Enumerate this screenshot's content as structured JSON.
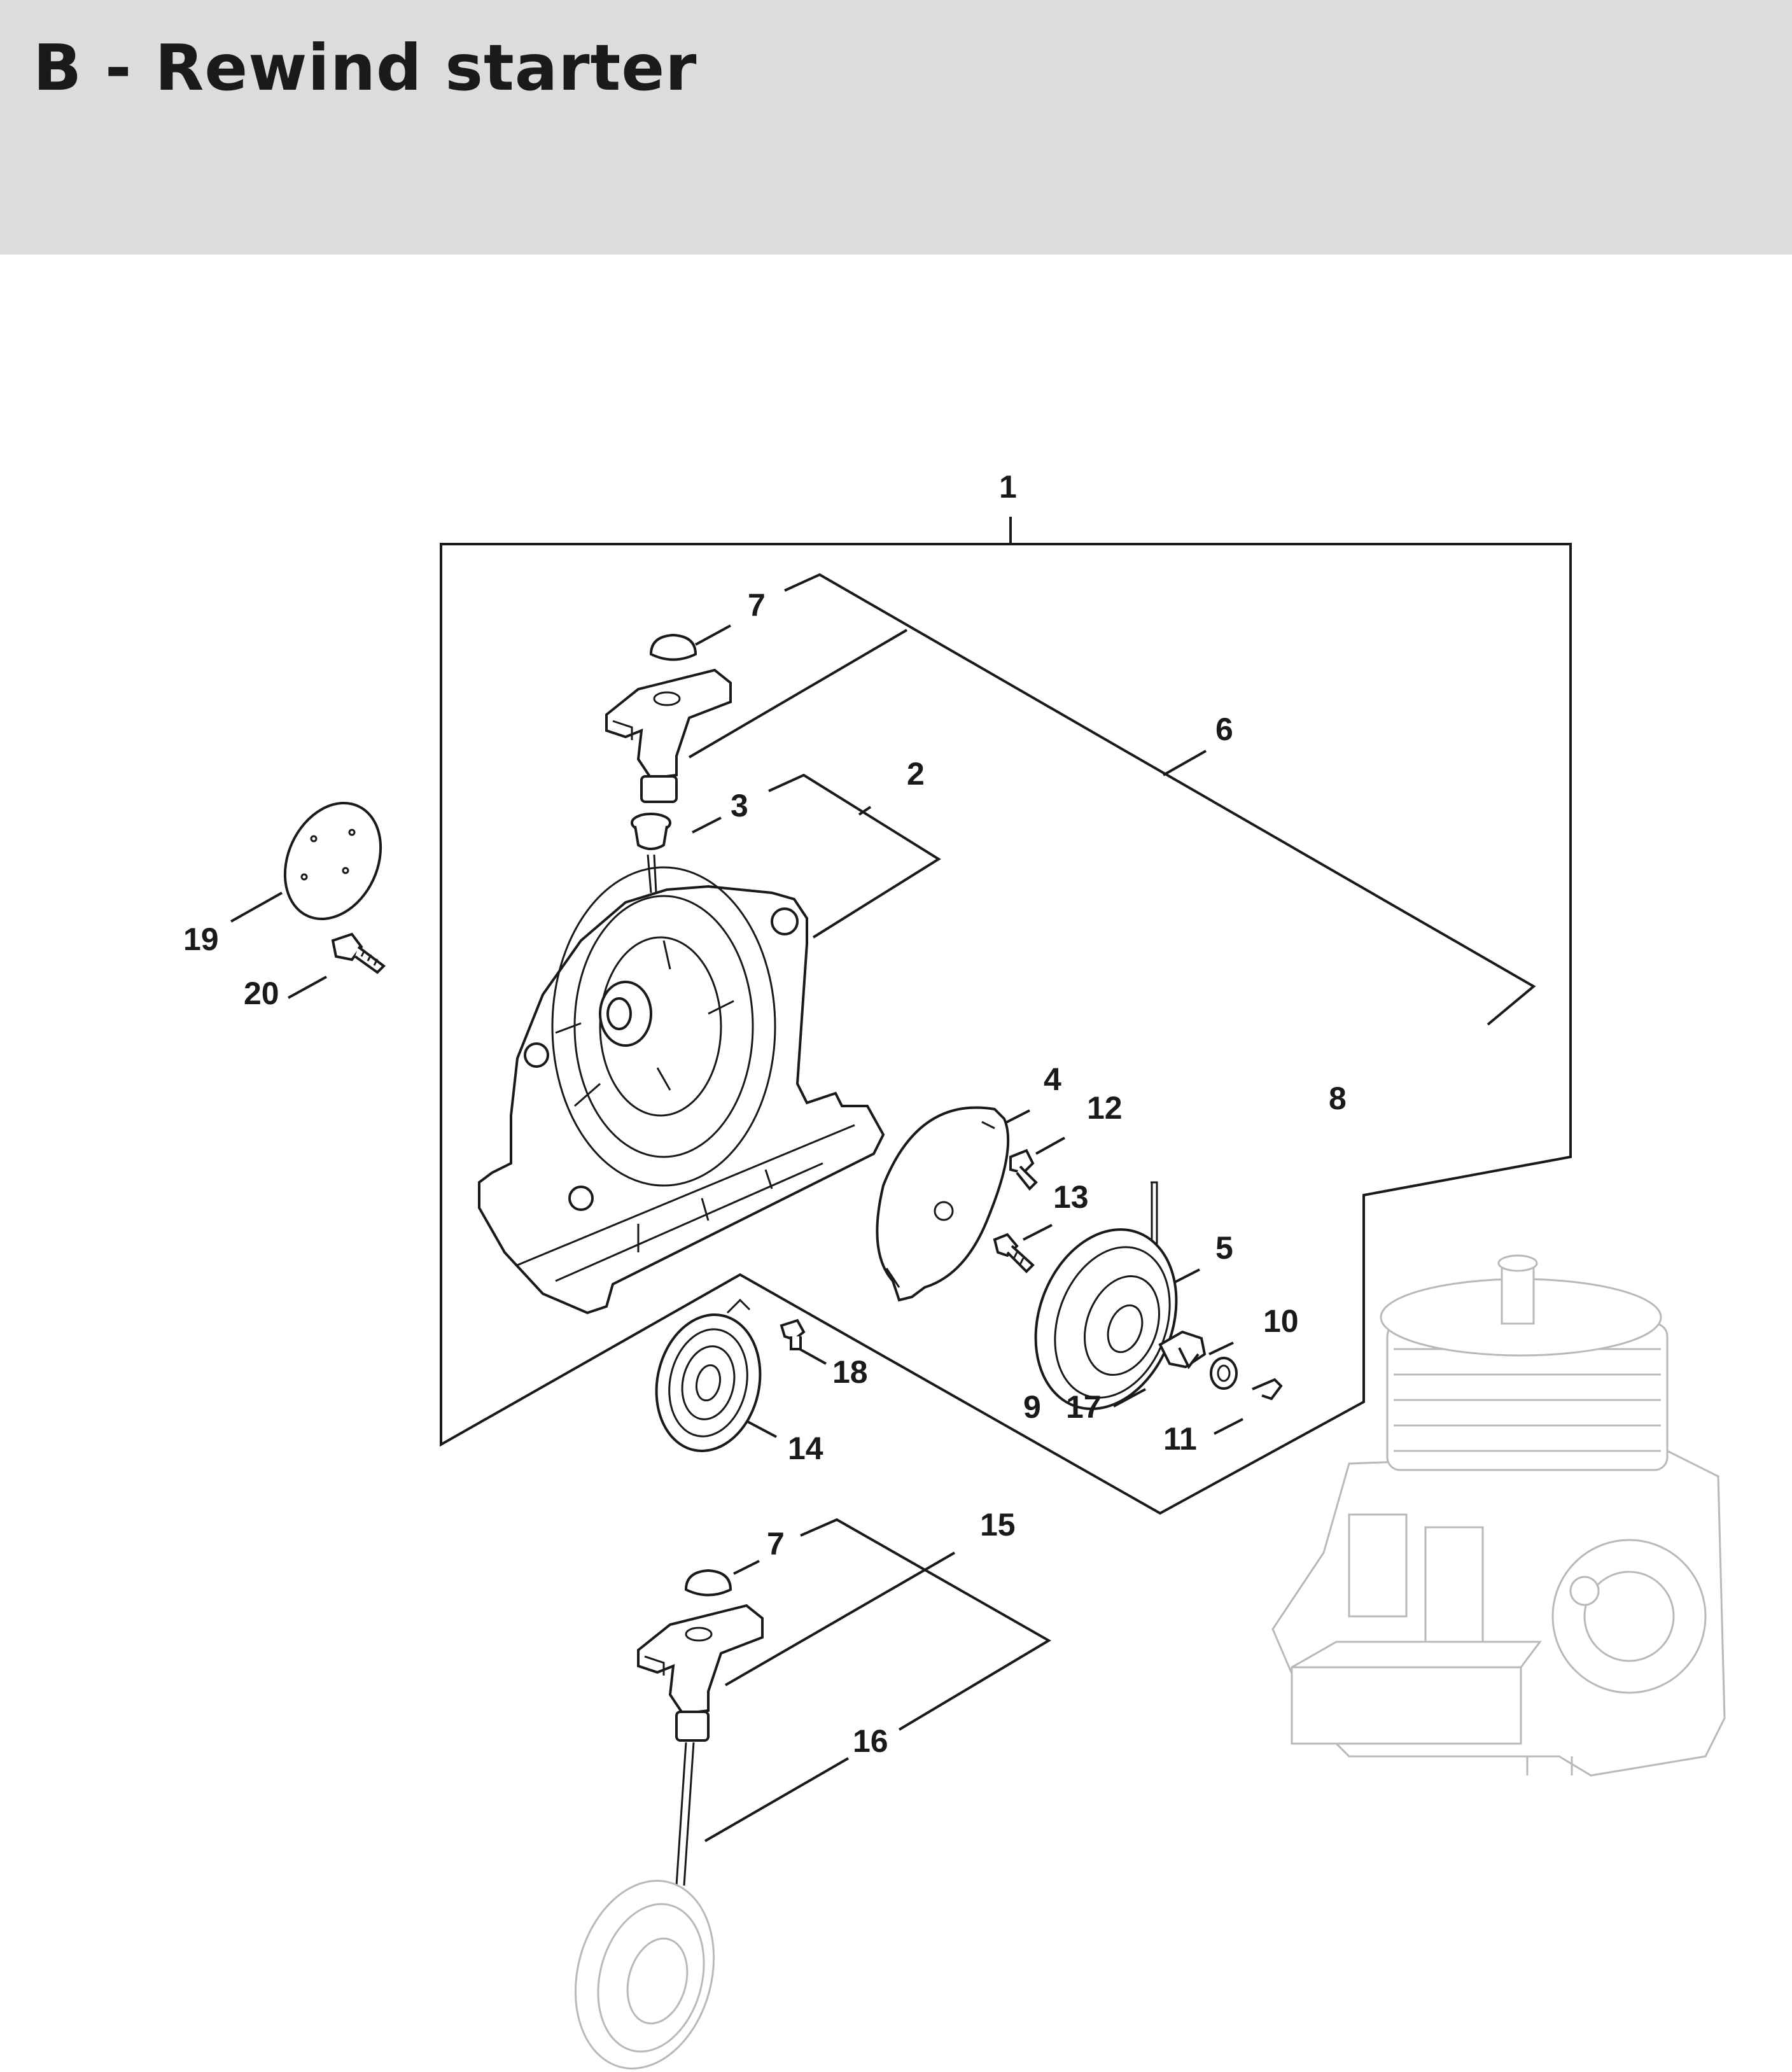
{
  "header": {
    "title": "B - Rewind starter"
  },
  "callouts": {
    "c1": "1",
    "c2": "2",
    "c3": "3",
    "c4": "4",
    "c5": "5",
    "c6": "6",
    "c7a": "7",
    "c7b": "7",
    "c8": "8",
    "c9": "9",
    "c10": "10",
    "c11": "11",
    "c12": "12",
    "c13": "13",
    "c14": "14",
    "c15": "15",
    "c16": "16",
    "c17": "17",
    "c18": "18",
    "c19": "19",
    "c20": "20"
  }
}
